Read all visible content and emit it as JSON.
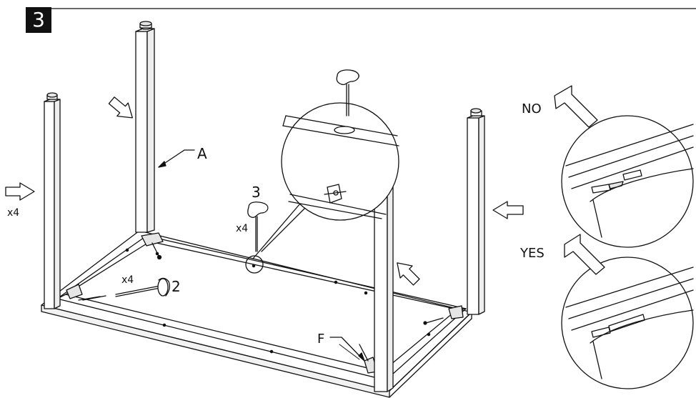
{
  "step": {
    "number": "3"
  },
  "labels": {
    "part_a": "A",
    "part_f": "F",
    "callout_3": "3",
    "callout_2": "2",
    "qty_left": "x4",
    "qty_3": "x4",
    "qty_2": "x4",
    "no": "NO",
    "yes": "YES"
  },
  "colors": {
    "line": "#111111",
    "fill": "#ffffff",
    "shade": "#e6e6e6",
    "badge": "#111111"
  }
}
